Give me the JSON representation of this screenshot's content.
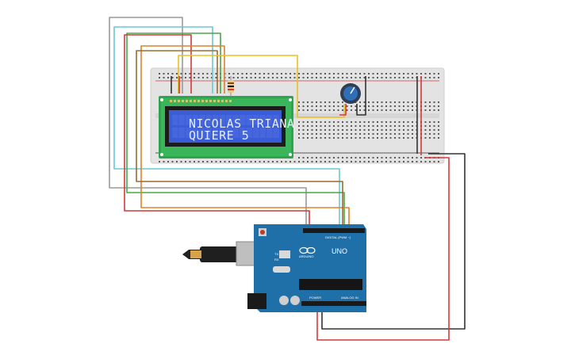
{
  "lcd": {
    "line1": "NICOLAS TRIANA",
    "line2": "QUIERE 5"
  },
  "arduino": {
    "board_name": "UNO",
    "brand": "ARDUINO",
    "digital_label": "DIGITAL (PWM ~)",
    "power_label": "POWER",
    "analog_label": "ANALOG IN",
    "tx_label": "TX",
    "rx_label": "RX"
  },
  "colors": {
    "breadboard": "#e3e3e3",
    "lcd_board": "#2fa44f",
    "lcd_screen": "#3a5cd6",
    "arduino_board": "#1f6fa8",
    "wire_gray": "#9a9a9a",
    "wire_cyan": "#69c8d8",
    "wire_green": "#4aa64a",
    "wire_red": "#d33a3a",
    "wire_orange": "#e0822a",
    "wire_brown": "#9b6a2e",
    "wire_yellow": "#e8c21e",
    "wire_black": "#333333"
  },
  "icons": [
    "potentiometer-icon",
    "resistor-icon",
    "usb-cable-icon",
    "arduino-logo-icon",
    "reset-button-icon"
  ]
}
